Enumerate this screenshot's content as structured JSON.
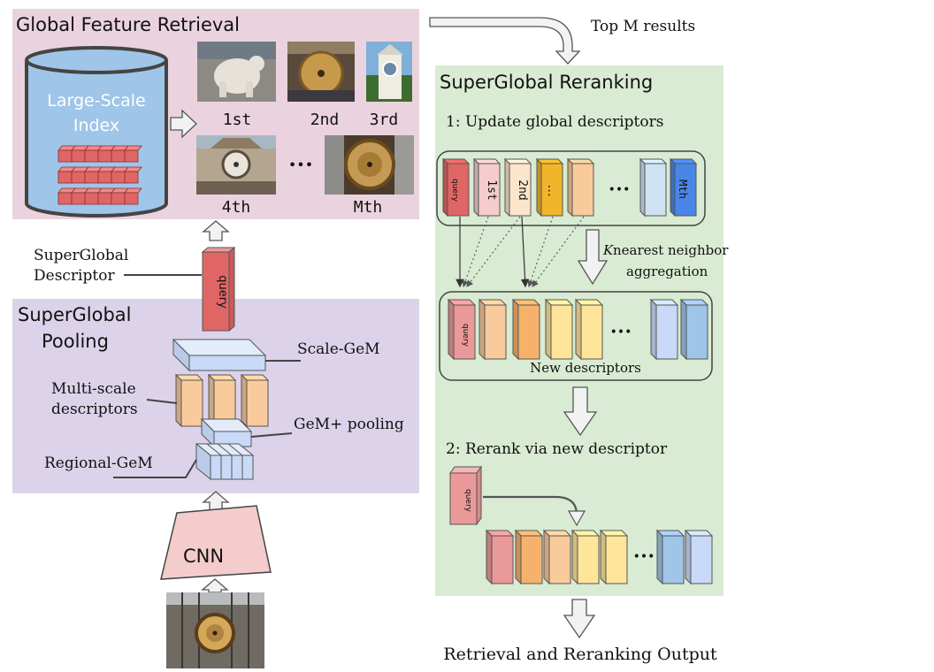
{
  "global_retrieval": {
    "title": "Global Feature Retrieval",
    "index_label_line1": "Large-Scale",
    "index_label_line2": "Index",
    "result_labels": [
      "1st",
      "2nd",
      "3rd",
      "4th",
      "Mth"
    ],
    "ellipsis": "•••"
  },
  "top_m_label": "Top M results",
  "descriptor_label_line1": "SuperGlobal",
  "descriptor_label_line2": "Descriptor",
  "query_label": "query",
  "pooling": {
    "title_line1": "SuperGlobal",
    "title_line2": "Pooling",
    "scale_gem": "Scale-GeM",
    "multi_scale_line1": "Multi-scale",
    "multi_scale_line2": "descriptors",
    "gem_plus": "GeM+ pooling",
    "regional_gem": "Regional-GeM"
  },
  "cnn_label": "CNN",
  "reranking": {
    "title": "SuperGlobal Reranking",
    "step1": "1: Update global descriptors",
    "knn_k": "K",
    "knn_line1": " nearest neighbor",
    "knn_line2": "aggregation",
    "new_descriptors": "New descriptors",
    "step2": "2: Rerank via new descriptor",
    "top_row_labels": [
      "query",
      "1st",
      "2nd",
      "⋮",
      "Mth"
    ],
    "ellipsis": "•••"
  },
  "output_label": "Retrieval and Reranking Output",
  "colors": {
    "retrieval_bg": "#ead3de",
    "pooling_bg": "#dcd3ea",
    "reranking_bg": "#d9ebd2",
    "query_red": "#e06666",
    "index_blue": "#9fc5e8",
    "box_orange": "#f9cb9c",
    "box_yellow": "#ffe599",
    "box_blue": "#c9daf8",
    "cnn_pink": "#f4cccc"
  }
}
